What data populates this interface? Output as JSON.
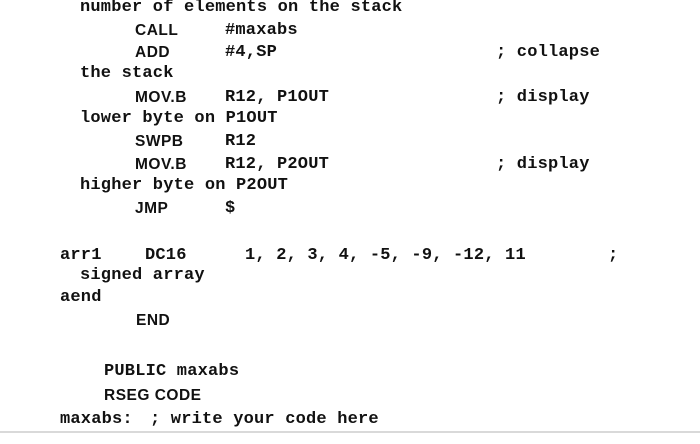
{
  "lines": {
    "l01_comment": "number of elements on the stack",
    "l02_instr": "CALL",
    "l02_operand": "#maxabs",
    "l03_instr": "ADD",
    "l03_operand": "#4,SP",
    "l03_comment": "; collapse",
    "l04_comment": "the stack",
    "l05_instr": "MOV.B",
    "l05_operand": "R12, P1OUT",
    "l05_comment": "; display",
    "l06_comment": "lower byte on P1OUT",
    "l07_instr": "SWPB",
    "l07_operand": "R12",
    "l08_instr": "MOV.B",
    "l08_operand": "R12, P2OUT",
    "l08_comment": "; display",
    "l09_comment": "higher byte on P2OUT",
    "l10_instr": "JMP",
    "l10_operand": "$",
    "l11_label": "arr1",
    "l11_directive": "DC16",
    "l11_values": "1, 2, 3, 4, -5, -9, -12, 11",
    "l11_comment": ";",
    "l12_comment": "signed array",
    "l13_label": "aend",
    "l14_directive": "END",
    "l15_directive": "PUBLIC maxabs",
    "l16_directive": "RSEG CODE",
    "l17_label": "maxabs:",
    "l17_comment": "; write your code here"
  }
}
